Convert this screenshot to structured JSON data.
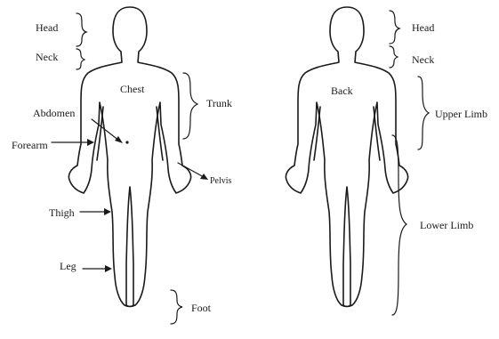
{
  "front": {
    "head": "Head",
    "neck": "Neck",
    "chest": "Chest",
    "trunk": "Trunk",
    "abdomen": "Abdomen",
    "forearm": "Forearm",
    "pelvis": "Pelvis",
    "thigh": "Thigh",
    "leg": "Leg",
    "foot": "Foot"
  },
  "back": {
    "head": "Head",
    "neck": "Neck",
    "back": "Back",
    "upper_limb": "Upper Limb",
    "lower_limb": "Lower Limb"
  }
}
